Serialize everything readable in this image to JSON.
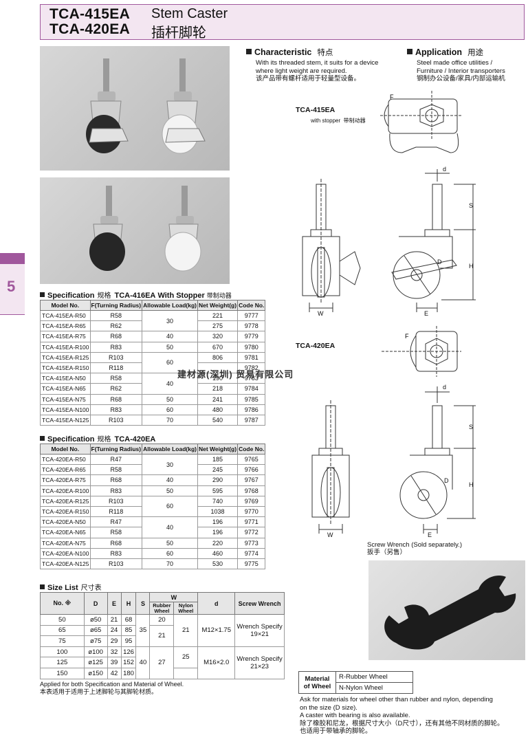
{
  "title": {
    "model1": "TCA-415EA",
    "model2": "TCA-420EA",
    "name_en": "Stem Caster",
    "name_cn": "插杆脚轮"
  },
  "side_tab": "5",
  "characteristic": {
    "title": "Characteristic",
    "title_cn": "特点",
    "lines": [
      "With its threaded stem, it suits for a device",
      "where light weight are required.",
      "该产品带有螺杆适用于轻量型设备。"
    ]
  },
  "application": {
    "title": "Application",
    "title_cn": "用途",
    "lines": [
      "Steel made office utilities /",
      "Furniture / Interior transporters",
      "钢制办公设备/家具/内部运输机"
    ]
  },
  "drawing_labels": {
    "tca415": "TCA-415EA",
    "stopper": "with stopper",
    "stopper_cn": "带制动器",
    "tca420": "TCA-420EA",
    "F": "F",
    "d": "d",
    "S": "S",
    "H": "H",
    "D": "D",
    "W": "W",
    "E": "E"
  },
  "spec1": {
    "title": "Specification",
    "title_cn": "规格",
    "model": "TCA-416EA",
    "suffix": "With Stopper",
    "suffix_cn": "带制动器",
    "headers": [
      "Model No.",
      "F(Turning Radius)",
      "Allowable Load(kg)",
      "Net Weight(g)",
      "Code No."
    ],
    "rows": [
      {
        "model": "TCA-415EA-R50",
        "f": "R58",
        "weight": "221",
        "code": "9777"
      },
      {
        "model": "TCA-415EA-R65",
        "f": "R62",
        "weight": "275",
        "code": "9778"
      },
      {
        "model": "TCA-415EA-R75",
        "f": "R68",
        "weight": "320",
        "code": "9779"
      },
      {
        "model": "TCA-415EA-R100",
        "f": "R83",
        "weight": "670",
        "code": "9780"
      },
      {
        "model": "TCA-415EA-R125",
        "f": "R103",
        "weight": "806",
        "code": "9781"
      },
      {
        "model": "TCA-415EA-R150",
        "f": "R118",
        "weight": "",
        "code": "9782"
      },
      {
        "model": "TCA-415EA-N50",
        "f": "R58",
        "weight": "190",
        "code": "9783"
      },
      {
        "model": "TCA-415EA-N65",
        "f": "R62",
        "weight": "218",
        "code": "9784"
      },
      {
        "model": "TCA-415EA-N75",
        "f": "R68",
        "weight": "241",
        "code": "9785"
      },
      {
        "model": "TCA-415EA-N100",
        "f": "R83",
        "weight": "480",
        "code": "9786"
      },
      {
        "model": "TCA-415EA-N125",
        "f": "R103",
        "weight": "540",
        "code": "9787"
      }
    ],
    "loads": [
      "30",
      "40",
      "50",
      "60",
      "40",
      "50",
      "60",
      "70"
    ]
  },
  "spec2": {
    "title": "Specification",
    "title_cn": "规格",
    "model": "TCA-420EA",
    "headers": [
      "Model No.",
      "F(Turning Radius)",
      "Allowable Load(kg)",
      "Net Weight(g)",
      "Code No."
    ],
    "rows": [
      {
        "model": "TCA-420EA-R50",
        "f": "R47",
        "weight": "185",
        "code": "9765"
      },
      {
        "model": "TCA-420EA-R65",
        "f": "R58",
        "weight": "245",
        "code": "9766"
      },
      {
        "model": "TCA-420EA-R75",
        "f": "R68",
        "weight": "290",
        "code": "9767"
      },
      {
        "model": "TCA-420EA-R100",
        "f": "R83",
        "weight": "595",
        "code": "9768"
      },
      {
        "model": "TCA-420EA-R125",
        "f": "R103",
        "weight": "740",
        "code": "9769"
      },
      {
        "model": "TCA-420EA-R150",
        "f": "R118",
        "weight": "1038",
        "code": "9770"
      },
      {
        "model": "TCA-420EA-N50",
        "f": "R47",
        "weight": "196",
        "code": "9771"
      },
      {
        "model": "TCA-420EA-N65",
        "f": "R58",
        "weight": "196",
        "code": "9772"
      },
      {
        "model": "TCA-420EA-N75",
        "f": "R68",
        "weight": "220",
        "code": "9773"
      },
      {
        "model": "TCA-420EA-N100",
        "f": "R83",
        "weight": "460",
        "code": "9774"
      },
      {
        "model": "TCA-420EA-N125",
        "f": "R103",
        "weight": "530",
        "code": "9775"
      }
    ],
    "loads": [
      "30",
      "40",
      "50",
      "60",
      "40",
      "50",
      "60",
      "70"
    ]
  },
  "size_list": {
    "title": "Size List",
    "title_cn": "尺寸表",
    "headers": {
      "no": "No. ※",
      "D": "D",
      "E": "E",
      "H": "H",
      "S": "S",
      "W": "W",
      "rubber": "Rubber Wheel",
      "nylon": "Nylon Wheel",
      "d": "d",
      "wrench": "Screw Wrench"
    },
    "rows": [
      {
        "no": "50",
        "D": "ø50",
        "E": "21",
        "H": "68"
      },
      {
        "no": "65",
        "D": "ø65",
        "E": "24",
        "H": "85"
      },
      {
        "no": "75",
        "D": "ø75",
        "E": "29",
        "H": "95"
      },
      {
        "no": "100",
        "D": "ø100",
        "E": "32",
        "H": "126"
      },
      {
        "no": "125",
        "D": "ø125",
        "E": "39",
        "H": "152"
      },
      {
        "no": "150",
        "D": "ø150",
        "E": "42",
        "H": "180"
      }
    ],
    "S": [
      "35",
      "40"
    ],
    "rubber": [
      "20",
      "21",
      "27"
    ],
    "nylon": [
      "21",
      "25"
    ],
    "d": [
      "M12×1.75",
      "M16×2.0"
    ],
    "wrench": [
      [
        "Wrench Specify",
        "19×21"
      ],
      [
        "Wrench Specify",
        "21×23"
      ]
    ],
    "notes": [
      "Applied for both Specification and Material of Wheel.",
      "本表适用于适用于上述脚轮与其脚轮材质。"
    ]
  },
  "watermark": "建材源(深圳) 贸易有限公司",
  "wrench": {
    "caption": "Screw Wrench (Sold separately.)",
    "caption_cn": "扳手（另售）"
  },
  "material": {
    "header": [
      "Material",
      "of Wheel"
    ],
    "values": [
      "R-Rubber Wheel",
      "N-Nylon Wheel"
    ],
    "notes": [
      "Ask for materials for wheel other than rubber and nylon, depending",
      "on the size (D size).",
      "A caster with bearing is also available.",
      "除了橡胶和尼龙，根据尺寸大小（D尺寸），还有其他不同材质的脚轮。",
      "也适用于带轴承的脚轮。"
    ]
  }
}
